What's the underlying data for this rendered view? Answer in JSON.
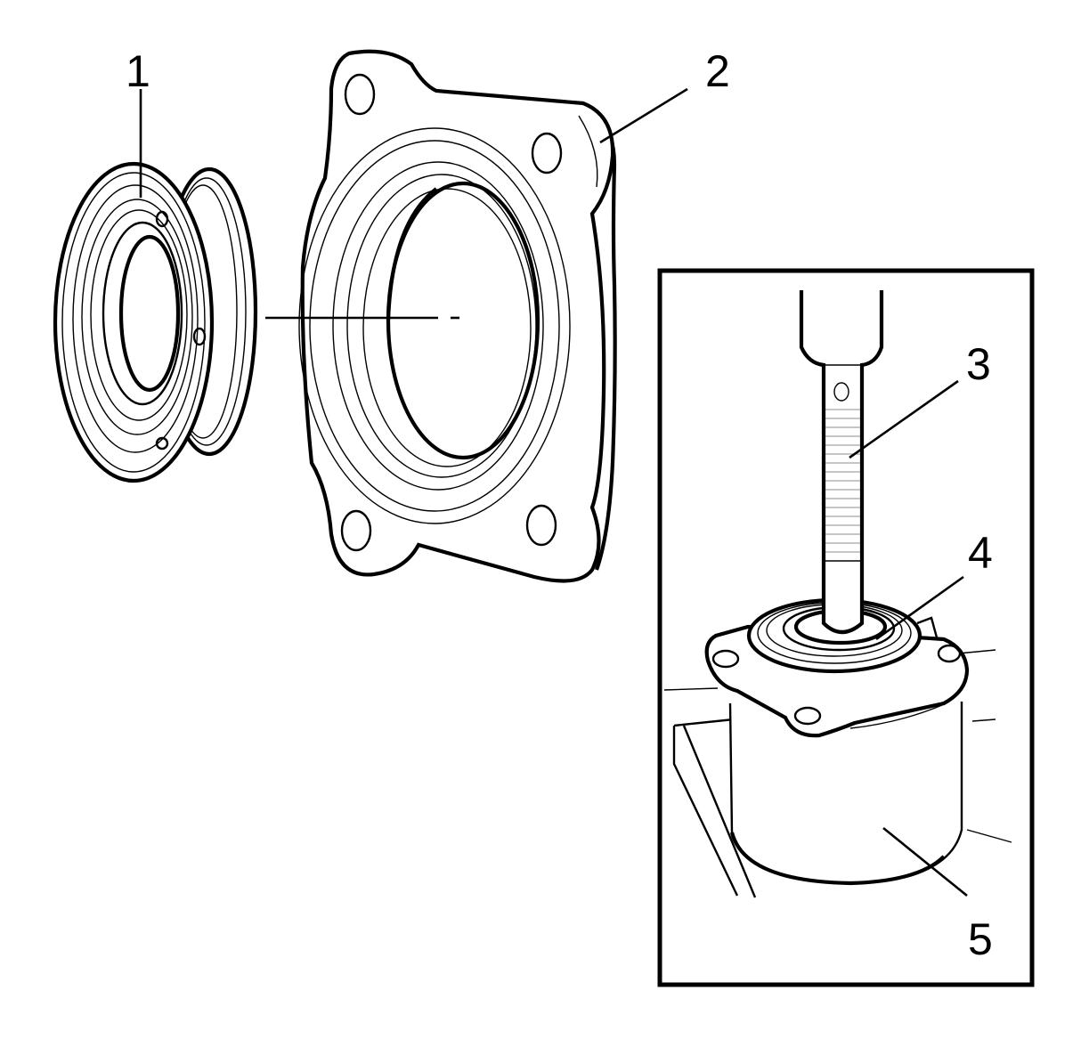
{
  "callouts": [
    {
      "id": "1",
      "label": "1"
    },
    {
      "id": "2",
      "label": "2"
    },
    {
      "id": "3",
      "label": "3"
    },
    {
      "id": "4",
      "label": "4"
    },
    {
      "id": "5",
      "label": "5"
    }
  ],
  "colors": {
    "line": "#000000",
    "background": "#ffffff"
  }
}
